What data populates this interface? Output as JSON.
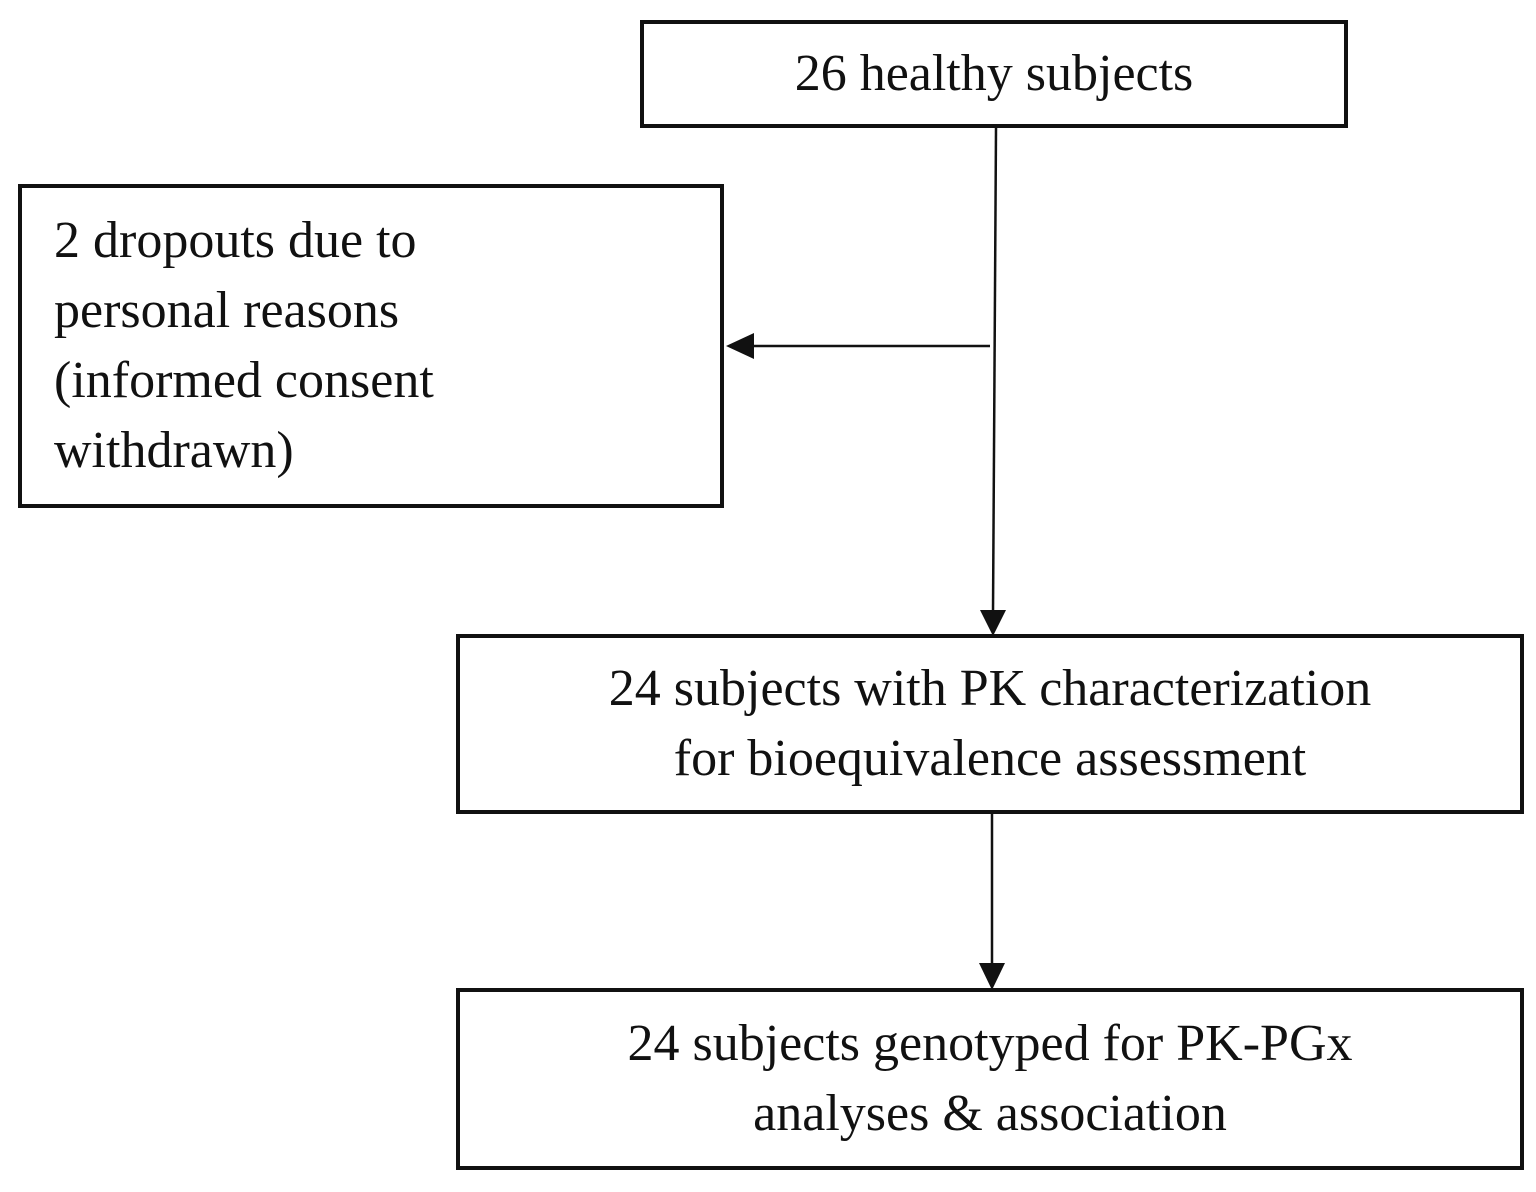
{
  "flow": {
    "start": {
      "lines": [
        "26 healthy subjects"
      ]
    },
    "dropout": {
      "lines": [
        "2 dropouts due to",
        "personal reasons",
        "(informed consent",
        "withdrawn)"
      ]
    },
    "pk": {
      "lines": [
        "24 subjects with PK characterization",
        "for bioequivalence assessment"
      ]
    },
    "genotyped": {
      "lines": [
        "24 subjects genotyped for PK-PGx",
        "analyses & association"
      ]
    }
  }
}
